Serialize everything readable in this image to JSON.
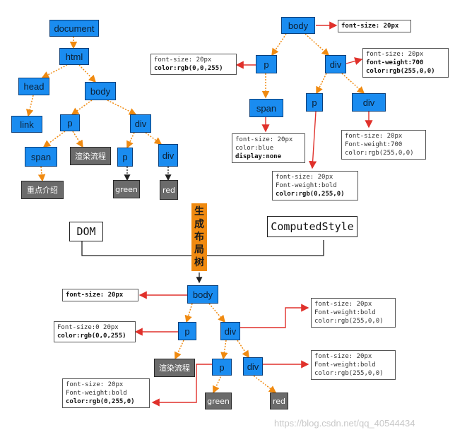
{
  "dom_tree": {
    "nodes": {
      "document": "document",
      "html": "html",
      "head": "head",
      "body": "body",
      "link": "link",
      "p": "p",
      "div": "div",
      "span": "span",
      "p2": "p",
      "div2": "div"
    },
    "leaves": {
      "rendering_flow": "渲染流程",
      "key_intro": "重点介绍",
      "green": "green",
      "red": "red"
    }
  },
  "style_tree": {
    "nodes": {
      "body": "body",
      "p": "p",
      "div": "div",
      "span": "span",
      "p2": "p",
      "div2": "div"
    },
    "styles": {
      "body": [
        "font-size: 20px"
      ],
      "p": [
        "font-size: 20px",
        "color:rgb(0,0,255)"
      ],
      "div": [
        "font-size: 20px",
        "font-weight:700",
        "color:rgb(255,0,0)"
      ],
      "span": [
        "font-size: 20px",
        "color:blue",
        "display:none"
      ],
      "div_div": [
        "font-size: 20px",
        "Font-weight:700",
        "color:rgb(255,0,0)"
      ],
      "div_p": [
        "font-size: 20px",
        "Font-weight:bold",
        "color:rgb(0,255,0)"
      ]
    }
  },
  "inputs": {
    "dom": "DOM",
    "computed_style": "ComputedStyle"
  },
  "process_label": [
    "生",
    "成",
    "布",
    "局",
    "树"
  ],
  "layout_tree": {
    "nodes": {
      "body": "body",
      "p": "p",
      "div": "div",
      "p2": "p",
      "div2": "div"
    },
    "leaves": {
      "rendering_flow": "渲染流程",
      "green": "green",
      "red": "red"
    },
    "styles": {
      "body": [
        "font-size: 20px"
      ],
      "p": [
        "Font-size:0 20px",
        "color:rgb(0,0,255)"
      ],
      "div": [
        "font-size: 20px",
        "Font-weight:bold",
        "color:rgb(255,0,0)"
      ],
      "div_div": [
        "font-size: 20px",
        "Font-weight:bold",
        "color:rgb(255,0,0)"
      ],
      "div_p": [
        "font-size: 20px",
        "Font-weight:bold",
        "color:rgb(0,255,0)"
      ]
    }
  },
  "watermark": "https://blog.csdn.net/qq_40544434",
  "colors": {
    "node": "#1a8cf0",
    "leaf": "#6b6b6b",
    "edge_orange": "#f08a10",
    "arrow_red": "#e0312b",
    "label_orange": "#f08a10"
  }
}
